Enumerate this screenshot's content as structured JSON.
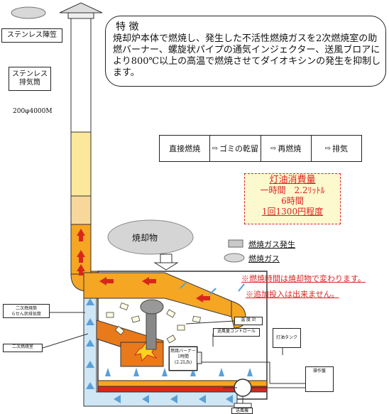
{
  "labels": {
    "stainless_cap": "ステンレス陣笠",
    "stainless_chimney_l1": "ステンレス",
    "stainless_chimney_l2": "排気筒",
    "chimney_size": "200φ4000M",
    "burn_items": "焼却物",
    "thermometer": "温 度 計",
    "burner_l1": "燃焼バーナー",
    "burner_l2": "1時間",
    "burner_l3": "(2.2L/h)",
    "fan_control": "送風量コントロール",
    "oil_tank": "灯油タンク",
    "control_panel": "操作盤",
    "blower": "送風機",
    "secondary_duct_l1": "二次燃焼筒",
    "secondary_duct_l2": "らせん状排気筒",
    "secondary_chamber": "二次燃焼室"
  },
  "features": {
    "title": "特 徴",
    "body": "焼却炉本体で燃焼し、発生した不活性燃焼ガスを2次燃焼室の助燃バーナー、螺旋状パイプの通気インジェクター、送風ブロアにより800℃以上の高温で燃焼させてダイオキシンの発生を抑制します。"
  },
  "process": {
    "steps": [
      "直接燃焼",
      "ゴミの乾留",
      "再燃焼",
      "排気"
    ]
  },
  "oil": {
    "title": "灯油消費量",
    "line1": "一時間　2.2ﾘｯﾄﾙ",
    "line2": "6時間",
    "line3": "1回1300円程度"
  },
  "legend": {
    "gas_generation": "燃焼ガス発生",
    "gas": "燃焼ガス"
  },
  "notes": {
    "n1": "※燃焼時間は焼却物で変わります。",
    "n2": "※追加投入は出来ません。"
  },
  "colors": {
    "yellow": "#fbe89a",
    "orange": "#f5a623",
    "red_arrow": "#d9261c",
    "blue": "#9cc9e8",
    "note_red": "#e02020"
  }
}
